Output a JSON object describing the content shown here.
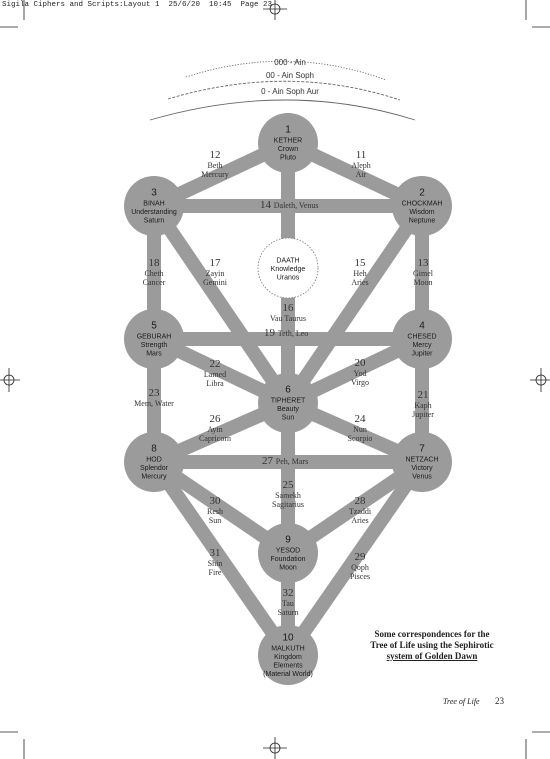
{
  "print_slug": "Sigila Ciphers and Scripts:Layout 1  25/6/20  10:45  Page 23",
  "veils": [
    "000 - Ain",
    "00 - Ain Soph",
    "0 - Ain Soph Aur"
  ],
  "sephiroth": [
    {
      "id": "kether",
      "number": "1",
      "name": "KETHER",
      "attrs": [
        "Crown",
        "Pluto"
      ]
    },
    {
      "id": "binah",
      "number": "3",
      "name": "BINAH",
      "attrs": [
        "Understanding",
        "Saturn"
      ]
    },
    {
      "id": "chockmah",
      "number": "2",
      "name": "CHOCKMAH",
      "attrs": [
        "Wisdom",
        "Neptune"
      ]
    },
    {
      "id": "daath",
      "number": "",
      "name": "DAATH",
      "attrs": [
        "Knowledge",
        "Uranos"
      ]
    },
    {
      "id": "geburah",
      "number": "5",
      "name": "GEBURAH",
      "attrs": [
        "Strength",
        "Mars"
      ]
    },
    {
      "id": "chesed",
      "number": "4",
      "name": "CHESED",
      "attrs": [
        "Mercy",
        "Jupiter"
      ]
    },
    {
      "id": "tiphereth",
      "number": "6",
      "name": "TIPHERET",
      "attrs": [
        "Beauty",
        "Sun"
      ]
    },
    {
      "id": "hod",
      "number": "8",
      "name": "HOD",
      "attrs": [
        "Splendor",
        "Mercury"
      ]
    },
    {
      "id": "netzach",
      "number": "7",
      "name": "NETZACH",
      "attrs": [
        "Victory",
        "Venus"
      ]
    },
    {
      "id": "yesod",
      "number": "9",
      "name": "YESOD",
      "attrs": [
        "Foundation",
        "Moon"
      ]
    },
    {
      "id": "malkuth",
      "number": "10",
      "name": "MALKUTH",
      "attrs": [
        "Kingdom",
        "Elements",
        "(Material World)"
      ]
    }
  ],
  "paths": [
    {
      "number": "11",
      "lines": [
        "Aleph",
        "Air"
      ]
    },
    {
      "number": "12",
      "lines": [
        "Beth",
        "Mercury"
      ]
    },
    {
      "number": "13",
      "lines": [
        "Gimel",
        "Moon"
      ]
    },
    {
      "number": "14",
      "lines": [
        "Daleth, Venus"
      ]
    },
    {
      "number": "15",
      "lines": [
        "Heh",
        "Aries"
      ]
    },
    {
      "number": "16",
      "lines": [
        "Vau Taurus"
      ]
    },
    {
      "number": "17",
      "lines": [
        "Zayin",
        "Gemini"
      ]
    },
    {
      "number": "18",
      "lines": [
        "Cheth",
        "Cancer"
      ]
    },
    {
      "number": "19",
      "lines": [
        "Teth, Leo"
      ]
    },
    {
      "number": "20",
      "lines": [
        "Yod",
        "Virgo"
      ]
    },
    {
      "number": "21",
      "lines": [
        "Kaph",
        "Jupiter"
      ]
    },
    {
      "number": "22",
      "lines": [
        "Lamed",
        "Libra"
      ]
    },
    {
      "number": "23",
      "lines": [
        "Mem, Water"
      ]
    },
    {
      "number": "24",
      "lines": [
        "Nun",
        "Scorpio"
      ]
    },
    {
      "number": "25",
      "lines": [
        "Samekh",
        "Sagitarius"
      ]
    },
    {
      "number": "26",
      "lines": [
        "Ayin",
        "Capricorn"
      ]
    },
    {
      "number": "27",
      "lines": [
        "Peh, Mars"
      ]
    },
    {
      "number": "28",
      "lines": [
        "Tzaddi",
        "Aries"
      ]
    },
    {
      "number": "29",
      "lines": [
        "Qoph",
        "Pisces"
      ]
    },
    {
      "number": "30",
      "lines": [
        "Resh",
        "Sun"
      ]
    },
    {
      "number": "31",
      "lines": [
        "Shin",
        "Fire"
      ]
    },
    {
      "number": "32",
      "lines": [
        "Tau",
        "Saturn"
      ]
    }
  ],
  "caption": [
    "Some correspondences for the",
    "Tree of Life using the Sephirotic",
    "system of Golden Dawn"
  ],
  "footer": {
    "title": "Tree of Life",
    "page": "23"
  },
  "colors": {
    "sephirah": "#9b9b9b",
    "path": "#9b9b9b",
    "text": "#1a1a1a"
  }
}
